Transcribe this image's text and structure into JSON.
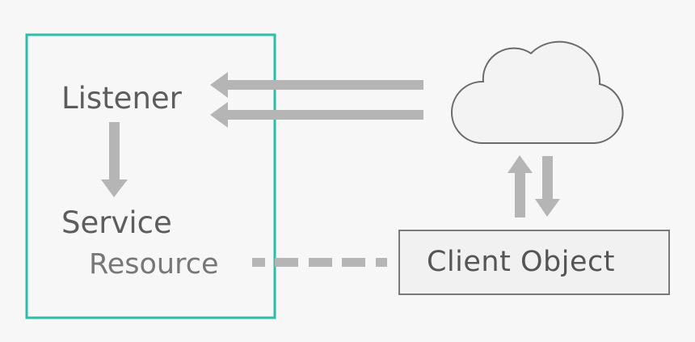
{
  "diagram": {
    "nodes": {
      "listener": "Listener",
      "service": "Service",
      "resource": "Resource",
      "client_object": "Client Object"
    },
    "colors": {
      "background": "#f7f7f7",
      "box_border": "#2bbcaa",
      "arrow": "#b5b5b5",
      "cloud_stroke": "#6b6b6b",
      "cloud_fill": "#f3f3f3",
      "client_box_border": "#7a7a7a",
      "client_box_fill": "#f1f1f1"
    },
    "connections": [
      "cloud-to-listener (two arrows)",
      "listener-to-service",
      "client-object-to-cloud",
      "cloud-to-client-object",
      "resource-to-client-object (dashed)"
    ]
  }
}
